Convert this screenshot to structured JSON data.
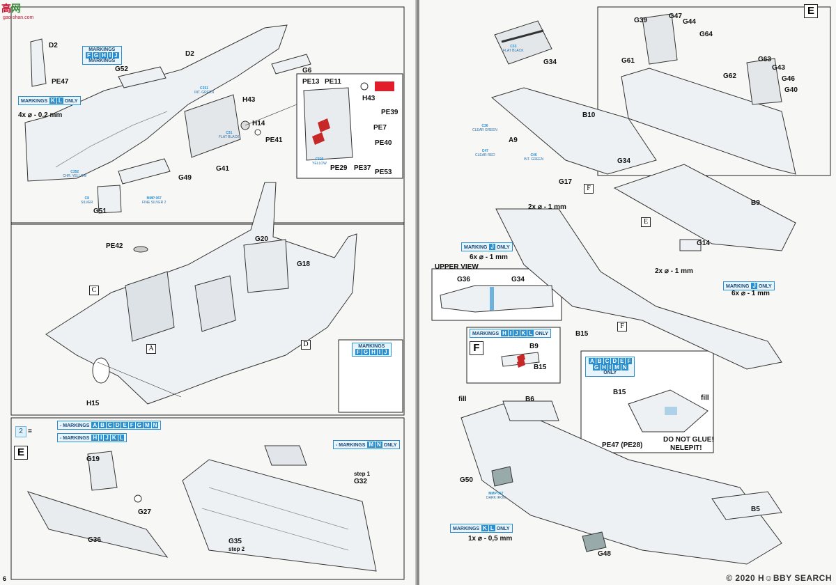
{
  "watermark": {
    "brand": "高",
    "brand2": "网",
    "site": "gao-shan.com",
    "footer": "© 2020 H☺BBY SEARCH"
  },
  "left_page": {
    "page_number": "6",
    "labels": [
      "D2",
      "PE47",
      "D2",
      "G52",
      "G6",
      "PE13",
      "PE11",
      "H43",
      "H43",
      "PE39",
      "PE7",
      "H14",
      "PE41",
      "PE40",
      "PE29",
      "PE37",
      "PE53",
      "G41",
      "G49",
      "G51",
      "PE42",
      "G20",
      "G18",
      "H15"
    ],
    "scale_note": "4x ⌀ - 0,2 mm",
    "markings_top": {
      "title": "MARKINGS",
      "row1": [
        "F",
        "G",
        "H",
        "I",
        "J"
      ],
      "title2": "MARKINGS"
    },
    "markings_kl_only": {
      "title": "MARKINGS",
      "letters": [
        "K",
        "L"
      ],
      "suffix": "ONLY"
    },
    "markings_fghij_low": {
      "title": "MARKINGS",
      "row1": [
        "F",
        "G",
        "H",
        "I"
      ],
      "row2": [
        "J"
      ]
    },
    "view_letters": [
      "C",
      "A",
      "D"
    ],
    "legend": {
      "num": "2",
      "eq": "=",
      "line1": "- MARKINGS",
      "letters1": [
        "A",
        "B",
        "C",
        "D",
        "E",
        "F",
        "G",
        "M",
        "N"
      ],
      "line2": "- MARKINGS",
      "letters2": [
        "H",
        "I",
        "J",
        "K",
        "L"
      ]
    },
    "section": "E",
    "step_labels": [
      "G19",
      "G27",
      "G36",
      "G35",
      "G32"
    ],
    "step1": "step 1",
    "step2": "step 2",
    "markings_mn": {
      "title": "- MARKINGS",
      "letters": [
        "M",
        "N"
      ],
      "suffix": "ONLY"
    },
    "paints": [
      {
        "code": "C31",
        "name": "FLAT BLACK"
      },
      {
        "code": "C351",
        "name": "INT. GREEN"
      },
      {
        "code": "C352",
        "name": "CHR. YELLOW"
      },
      {
        "code": "C8",
        "name": "SILVER"
      },
      {
        "code": "MMP 067",
        "name": "FINE SILVER 2"
      },
      {
        "code": "C329",
        "name": "YELLOW"
      }
    ],
    "paint_swatch_color": "#e11d2a"
  },
  "right_page": {
    "section": "E",
    "labels": [
      "G34",
      "G39",
      "G47",
      "G44",
      "G64",
      "G61",
      "G63",
      "G43",
      "G62",
      "G46",
      "G40",
      "B10",
      "A9",
      "G34",
      "G17",
      "B9",
      "G14",
      "B15",
      "B6",
      "B5",
      "G50",
      "G48"
    ],
    "scale_2x": "2x ⌀ - 1 mm",
    "markings_j_only": {
      "title": "MARKING",
      "letter": "J",
      "suffix": "ONLY"
    },
    "markings_j_only2": {
      "title": "MARKING",
      "letter": "J",
      "suffix": "ONLY"
    },
    "scale_6x_a": "6x ⌀ - 1 mm",
    "scale_2x_b": "2x ⌀ - 1 mm",
    "scale_6x_b": "6x ⌀ - 1 mm",
    "upper_view": {
      "title": "UPPER VIEW",
      "labels": [
        "G36",
        "G34"
      ]
    },
    "section_f": {
      "title": "MARKINGS",
      "letters": [
        "H",
        "I",
        "J",
        "K",
        "L"
      ],
      "suffix": "ONLY",
      "box": "F",
      "labels": [
        "B9",
        "B15"
      ]
    },
    "markings_af": {
      "row1": [
        "A",
        "B",
        "C",
        "D",
        "E",
        "F"
      ],
      "row2": [
        "G",
        "H",
        "I",
        "M",
        "N"
      ],
      "suffix": "ONLY",
      "label": "B15",
      "fill": "fill",
      "pe": "PE47 (PE28)",
      "warn1": "DO NOT GLUE!",
      "warn2": "NELEPIT!"
    },
    "fill_labels": [
      "fill"
    ],
    "markings_kl": {
      "title": "MARKINGS",
      "letters": [
        "K",
        "L"
      ],
      "suffix": "ONLY"
    },
    "scale_1x": "1x ⌀ - 0,5 mm",
    "box_letters": [
      "F",
      "E",
      "F"
    ],
    "paints": [
      {
        "code": "C33",
        "name": "FLAT BLACK"
      },
      {
        "code": "C36",
        "name": "CLEAR GREEN"
      },
      {
        "code": "C47",
        "name": "CLEAR RED"
      },
      {
        "code": "C46",
        "name": "INT. GREEN"
      },
      {
        "code": "MMP 067",
        "name": "DARK IRON"
      }
    ]
  }
}
